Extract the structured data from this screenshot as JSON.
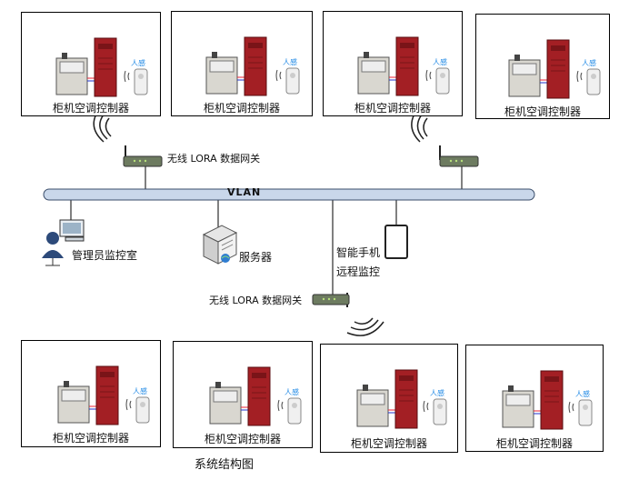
{
  "controller_label": "柜机空调控制器",
  "sensor_label": "人感",
  "vlan_label": "VLAN",
  "gateway_label": "无线 LORA 数据网关",
  "admin_label": "管理员监控室",
  "server_label": "服务器",
  "mobile_label_line1": "智能手机",
  "mobile_label_line2": "远程监控",
  "caption": "系统结构图",
  "colors": {
    "cabinet": "#a31f24",
    "bus": "#c9d7ea",
    "bus_stroke": "#3b4e6b",
    "sensor_text": "#1e88e5"
  }
}
